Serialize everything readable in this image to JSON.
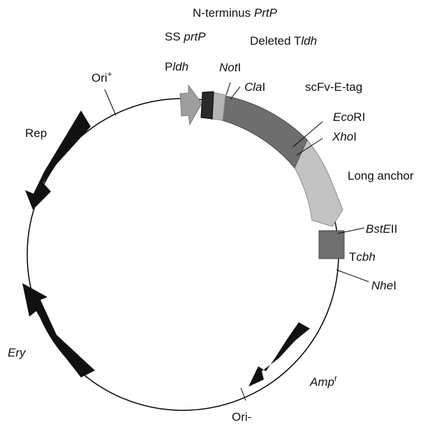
{
  "colors": {
    "background": "#ffffff",
    "line": "#000000",
    "dark_feature": "#111111",
    "promoter": "#9e9e9e",
    "signal_seq": "#2a2a2a",
    "prtp_nterm": "#b4b4b4",
    "scfv": "#6e6e6e",
    "long_anchor": "#c3c3c3",
    "terminator": "#6f6f6f"
  },
  "labels": {
    "n_terminus_prefix": "N-terminus ",
    "n_terminus_gene": "PrtP",
    "ss_prefix": "SS ",
    "ss_gene": "prtP",
    "deleted_prefix": "Deleted T",
    "deleted_gene": "ldh",
    "pldh_prefix": "P",
    "pldh_gene": "ldh",
    "ori_plus": "Ori",
    "ori_plus_sup": "+",
    "noti_italic": "Not",
    "noti_rest": "I",
    "clai_italic": "Cla",
    "clai_rest": "I",
    "scfv": "scFv-E-tag",
    "ecori_italic": "Eco",
    "ecori_rest": "RI",
    "xhoi_italic": "Xho",
    "xhoi_rest": "I",
    "rep": "Rep",
    "long_anchor": "Long anchor",
    "bsteii_italic": "BstE",
    "bsteii_rest": "II",
    "tcbh_prefix": "T",
    "tcbh_gene": "cbh",
    "nhei_italic": "Nhe",
    "nhei_rest": "I",
    "ery": "Ery",
    "amp": "Amp",
    "amp_sup": "r",
    "ori_minus": "Ori-"
  }
}
